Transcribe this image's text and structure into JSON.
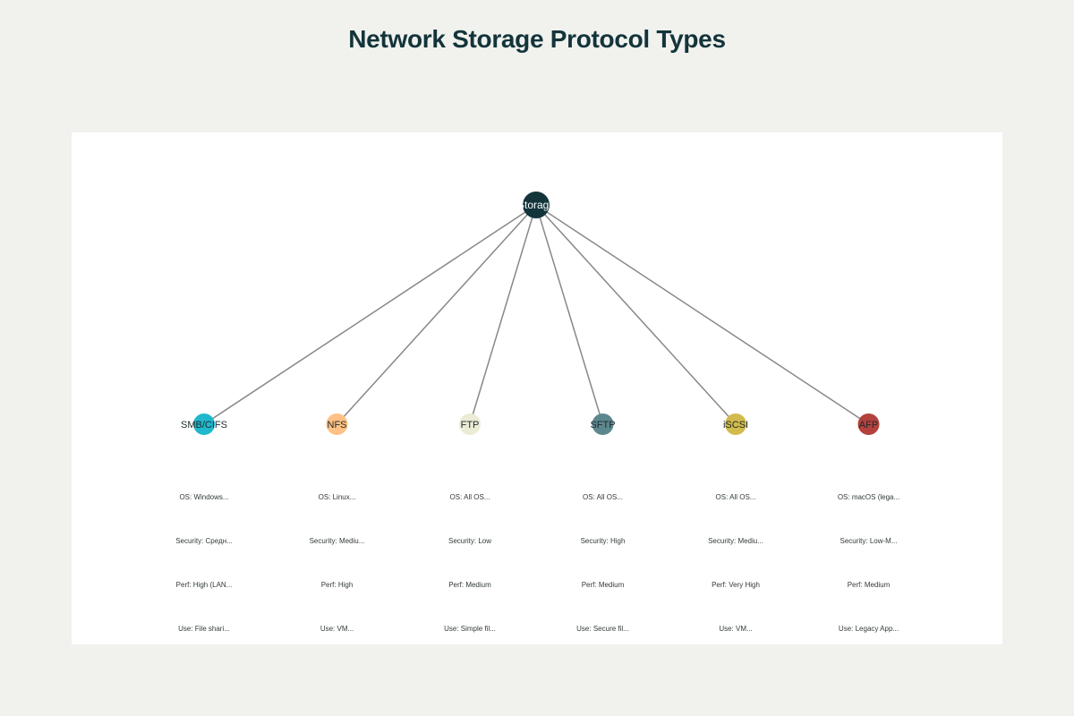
{
  "title": "Network Storage Protocol Types",
  "root": {
    "label": "Storage",
    "color": "#13343b"
  },
  "edge_color": "#888888",
  "protocols": [
    {
      "label": "SMB/CIFS",
      "color": "#1fb8cd",
      "info": [
        "OS: Windows...",
        "Security: Средн...",
        "Perf: High (LAN...",
        "Use: File shari..."
      ]
    },
    {
      "label": "NFS",
      "color": "#ffc185",
      "info": [
        "OS: Linux...",
        "Security: Mediu...",
        "Perf: High",
        "Use: VM..."
      ]
    },
    {
      "label": "FTP",
      "color": "#ecebd5",
      "info": [
        "OS: All OS...",
        "Security: Low",
        "Perf: Medium",
        "Use: Simple fil..."
      ]
    },
    {
      "label": "SFTP",
      "color": "#5d878f",
      "info": [
        "OS: All OS...",
        "Security: High",
        "Perf: Medium",
        "Use: Secure fil..."
      ]
    },
    {
      "label": "iSCSI",
      "color": "#d2ba4c",
      "info": [
        "OS: All OS...",
        "Security: Mediu...",
        "Perf: Very High",
        "Use: VM..."
      ]
    },
    {
      "label": "AFP",
      "color": "#b4413c",
      "info": [
        "OS: macOS (lega...",
        "Security: Low-M...",
        "Perf: Medium",
        "Use: Legacy App..."
      ]
    }
  ]
}
